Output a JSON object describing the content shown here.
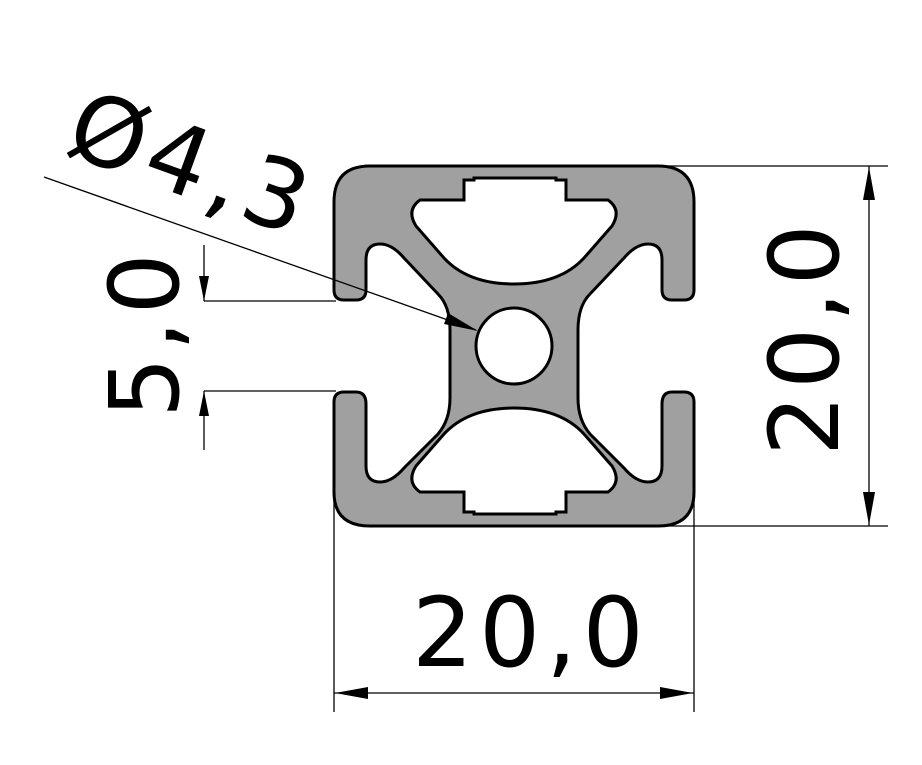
{
  "dimensions": {
    "hole_diameter": "Ø4,3",
    "slot_width": "5,0",
    "height": "20,0",
    "width": "20,0"
  },
  "colors": {
    "profile_fill": "#a0a0a0",
    "outline": "#000000",
    "background": "#ffffff"
  }
}
